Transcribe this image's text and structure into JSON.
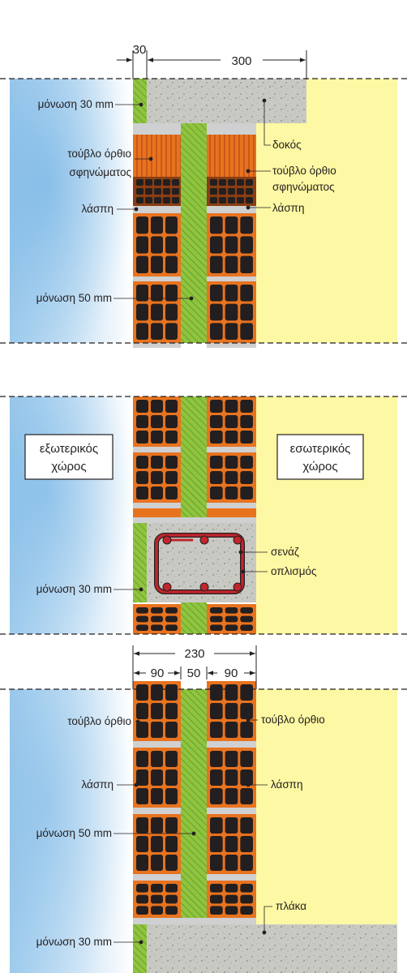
{
  "dimensions": {
    "top_insulation": "30",
    "top_beam": "300",
    "total": "230",
    "outer_leaf": "90",
    "cavity": "50",
    "inner_leaf": "90"
  },
  "labels": {
    "insulation_30_top": "μόνωση 30 mm",
    "wedge_brick_left_1": "τούβλο όρθιο",
    "wedge_brick_left_2": "σφηνώματος",
    "mortar_left_top": "λάσπη",
    "insulation_50_top": "μόνωση 50 mm",
    "beam": "δοκός",
    "wedge_brick_right_1": "τούβλο όρθιο",
    "wedge_brick_right_2": "σφηνώματος",
    "mortar_right_top": "λάσπη",
    "exterior_1": "εξωτερικός",
    "exterior_2": "χώρος",
    "interior_1": "εσωτερικός",
    "interior_2": "χώρος",
    "lintel": "σενάζ",
    "reinforcement": "οπλισμός",
    "insulation_30_mid": "μόνωση 30 mm",
    "brick_left_bottom": "τούβλο όρθιο",
    "mortar_left_bottom": "λάσπη",
    "insulation_50_bottom": "μόνωση 50 mm",
    "insulation_30_bottom": "μόνωση 30 mm",
    "brick_right_bottom": "τούβλο όρθιο",
    "mortar_right_bottom": "λάσπη",
    "slab": "πλάκα"
  },
  "colors": {
    "brick": "#e8731f",
    "brick_hole": "#231f20",
    "insulation": "#8fc43f",
    "interior": "#fdf8a3",
    "exterior": "#a9d2ef",
    "concrete": "#c9c9c4",
    "mortar": "#cfd0d2",
    "rebar": "#c0262c",
    "wedge_dark": "#8a3e12"
  }
}
